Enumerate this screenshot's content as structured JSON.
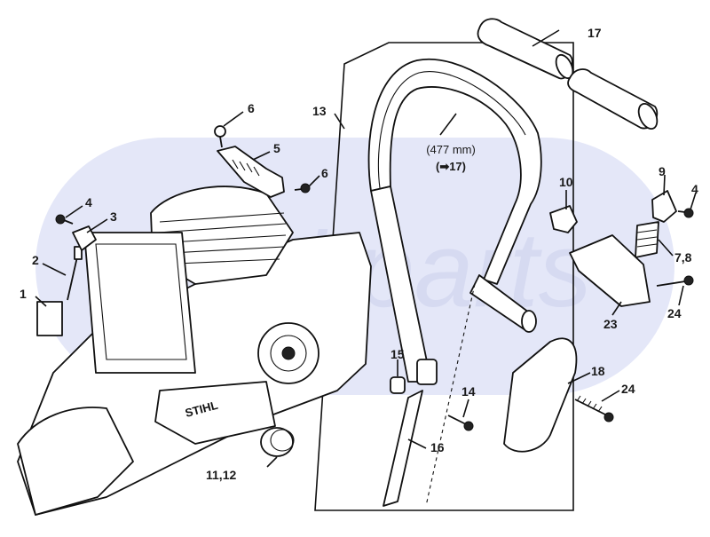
{
  "diagram": {
    "callouts": {
      "c1": "1",
      "c2": "2",
      "c3": "3",
      "c4a": "4",
      "c4b": "4",
      "c5": "5",
      "c6a": "6",
      "c6b": "6",
      "c78": "7,8",
      "c9": "9",
      "c10": "10",
      "c1112": "11,12",
      "c13": "13",
      "c14": "14",
      "c15": "15",
      "c16": "16",
      "c17": "17",
      "c18": "18",
      "c23": "23",
      "c24a": "24",
      "c24b": "24"
    },
    "handlebar_length": "(477 mm)",
    "handlebar_ref": "(➡17)",
    "brand_mark": "STIHL",
    "watermark": "Stihl parts"
  },
  "colors": {
    "watermark_fill": "#e3e6f7",
    "line": "#111111",
    "background": "#ffffff"
  }
}
